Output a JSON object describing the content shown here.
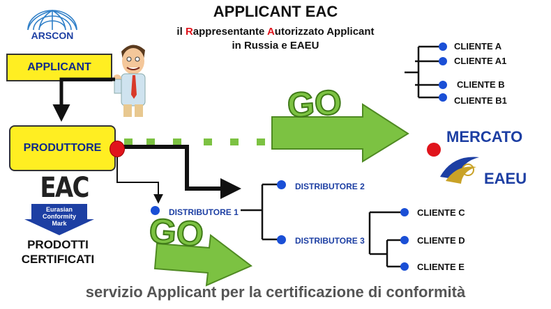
{
  "header": {
    "title": "APPLICANT EAC",
    "subtitle_line1": {
      "p1": "il ",
      "p2": "R",
      "p3": "appresentante ",
      "p4": "A",
      "p5": "utorizzato Applicant"
    },
    "subtitle_line2": "in Russia e EAEU"
  },
  "logo": {
    "text": "ARSCON"
  },
  "applicant_box": {
    "label": "APPLICANT"
  },
  "produttore_box": {
    "label": "PRODUTTORE"
  },
  "eac_mark": {
    "letters": "EAC",
    "line1": "Eurasian",
    "line2": "Conformity",
    "line3": "Mark"
  },
  "prodotti": {
    "line1": "PRODOTTI",
    "line2": "CERTIFICATI"
  },
  "go_text": {
    "top": "GO",
    "bottom": "GO"
  },
  "clients_top": [
    "CLIENTE A",
    "CLIENTE A1",
    "CLIENTE B",
    "CLIENTE B1"
  ],
  "distributors": {
    "d1": "DISTRIBUTORE 1",
    "d2": "DISTRIBUTORE 2",
    "d3": "DISTRIBUTORE 3"
  },
  "clients_bottom": [
    "CLIENTE C",
    "CLIENTE D",
    "CLIENTE E"
  ],
  "market": {
    "line1": "MERCATO",
    "line2": "EAEU"
  },
  "footer": "servizio Applicant per la certificazione di conformità",
  "colors": {
    "yellow": "#ffee22",
    "blue_dot": "#1a4fd6",
    "red_dot": "#e0141c",
    "green": "#7cc242",
    "navy": "#1d3fa3"
  }
}
